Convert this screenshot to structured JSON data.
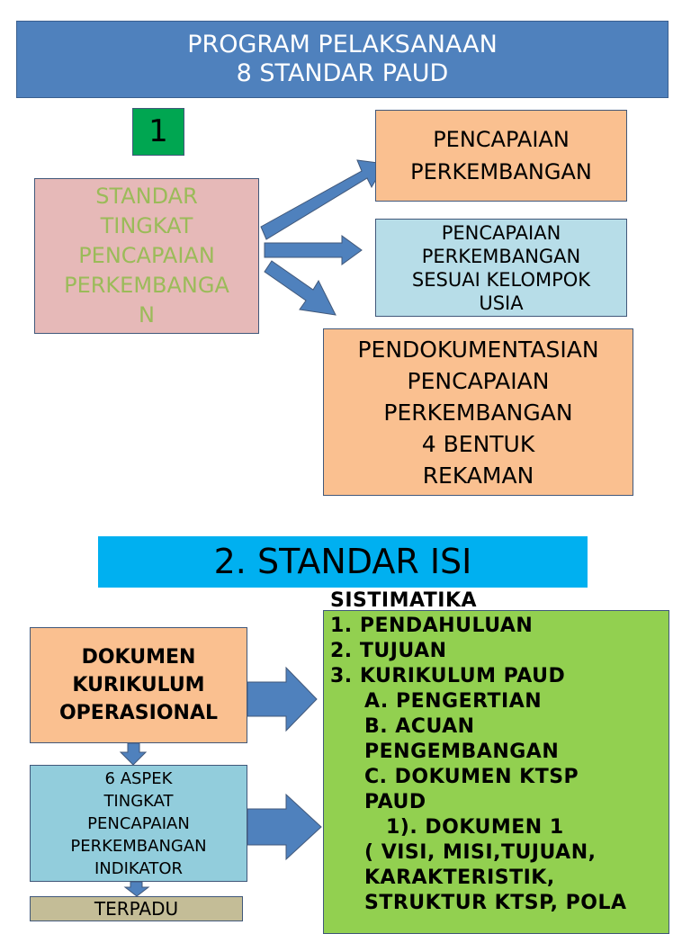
{
  "header": {
    "lines": [
      "PROGRAM  PELAKSANAAN",
      "8 STANDAR PAUD"
    ]
  },
  "section1": {
    "number": "1",
    "main_box": {
      "lines": [
        "STANDAR",
        "TINGKAT",
        "PENCAPAIAN",
        "PERKEMBANGA",
        "N"
      ]
    },
    "box_a": {
      "lines": [
        "PENCAPAIAN",
        "PERKEMBANGAN"
      ]
    },
    "box_b": {
      "lines": [
        "PENCAPAIAN",
        "PERKEMBANGAN",
        "SESUAI KELOMPOK",
        "USIA"
      ]
    },
    "box_c": {
      "lines": [
        "PENDOKUMENTASIAN",
        "PENCAPAIAN",
        "PERKEMBANGAN",
        "4  BENTUK",
        "REKAMAN"
      ]
    }
  },
  "section2": {
    "title": "2.  STANDAR  ISI",
    "doc_box": {
      "lines": [
        "DOKUMEN",
        "KURIKULUM",
        "OPERASIONAL"
      ]
    },
    "aspek_box": {
      "lines": [
        "6 ASPEK",
        "TINGKAT",
        "PENCAPAIAN",
        "PERKEMBANGAN",
        "INDIKATOR"
      ]
    },
    "bottom_box": {
      "lines": [
        "TERPADU"
      ]
    },
    "sistimatika": {
      "heading": "SISTIMATIKA",
      "items": [
        "1. PENDAHULUAN",
        "2. TUJUAN",
        "3. KURIKULUM  PAUD"
      ],
      "sub": [
        "A. PENGERTIAN",
        "B. ACUAN",
        "PENGEMBANGAN",
        "C. DOKUMEN KTSP",
        "PAUD"
      ],
      "doc1": "1). DOKUMEN 1",
      "doc1_lines": [
        "( VISI, MISI,TUJUAN,",
        "KARAKTERISTIK,",
        "STRUKTUR KTSP, POLA"
      ]
    }
  },
  "colors": {
    "header": "#4f81bd",
    "green_num": "#00a651",
    "pink": "#e6b9b8",
    "orange": "#fac090",
    "light_blue": "#b7dde8",
    "cyan": "#00b0f0",
    "green": "#92d050",
    "aspek_blue": "#92cddc",
    "tan": "#c4bd97",
    "arrow": "#4f81bd"
  }
}
